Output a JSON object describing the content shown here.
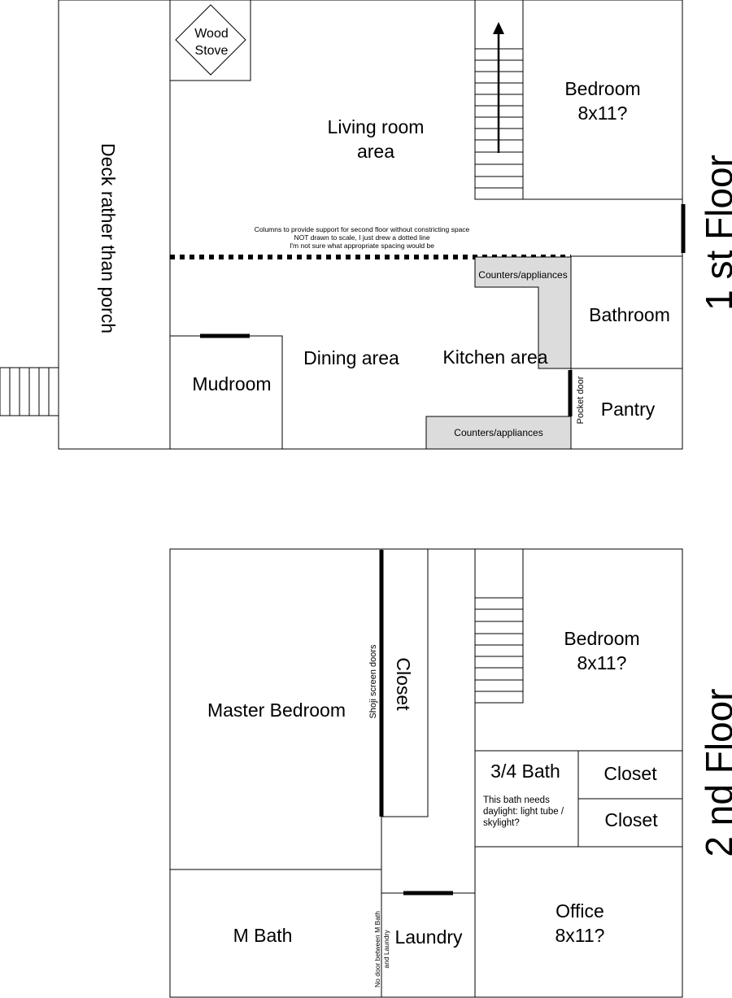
{
  "first_floor": {
    "floor_label": "1 st Floor",
    "deck": "Deck rather than porch",
    "wood_stove_line1": "Wood",
    "wood_stove_line2": "Stove",
    "living_room_line1": "Living room",
    "living_room_line2": "area",
    "bedroom_name": "Bedroom",
    "bedroom_size": "8x11?",
    "column_note_line1": "Columns to provide support for second floor without constricting space",
    "column_note_line2": "NOT drawn to scale, I just drew a dotted line",
    "column_note_line3": "I'm not sure what appropriate spacing would be",
    "counters_upper": "Counters/appliances",
    "counters_lower": "Counters/appliances",
    "bathroom": "Bathroom",
    "mudroom": "Mudroom",
    "dining": "Dining area",
    "kitchen": "Kitchen area",
    "pocket_door": "Pocket door",
    "pantry": "Pantry"
  },
  "second_floor": {
    "floor_label": "2 nd Floor",
    "master_bedroom": "Master Bedroom",
    "shoji": "Shoji screen doors",
    "closet_main": "Closet",
    "bedroom_name": "Bedroom",
    "bedroom_size": "8x11?",
    "three_quarter_bath": "3/4 Bath",
    "bath_note_line1": "This bath needs",
    "bath_note_line2": "daylight: light tube /",
    "bath_note_line3": "skylight?",
    "closet_a": "Closet",
    "closet_b": "Closet",
    "m_bath": "M Bath",
    "no_door_line1": "No door between M Bath",
    "no_door_line2": "and Laundry",
    "laundry": "Laundry",
    "office_name": "Office",
    "office_size": "8x11?"
  }
}
